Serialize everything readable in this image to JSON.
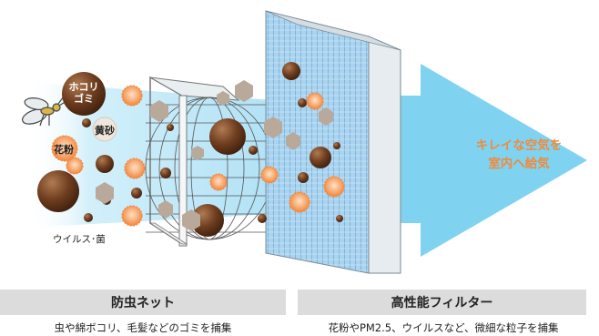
{
  "labels": {
    "dust": "ホコリゴミ",
    "dust_line1": "ホコリ",
    "dust_line2": "ゴミ",
    "yellow_sand": "黄砂",
    "pollen": "花粉",
    "virus": "ウイルス･菌"
  },
  "output_text": {
    "line1": "キレイな空気を",
    "line2": "室内へ給気"
  },
  "sections": [
    {
      "title": "防虫ネット",
      "caption": "虫や綿ボコリ、毛髪などのゴミを捕集"
    },
    {
      "title": "高性能フィルター",
      "caption": "花粉やPM2.5、ウイルスなど、微細な粒子を捕集"
    }
  ],
  "colors": {
    "flow_blue": "#bfe6f7",
    "arrow_blue": "#7dd3f2",
    "filter_blue": "#8ec5e6",
    "accent_orange": "#f08a3c",
    "dust_brown": "#6a3a1c",
    "sand_gray": "#b8a89a",
    "bar_gray": "#dcdcdc"
  },
  "icons": [
    "insect-icon",
    "pollen-particle-icon",
    "dust-particle-icon",
    "sand-particle-icon",
    "net-mesh-icon",
    "filter-panel-icon",
    "airflow-arrow-icon"
  ]
}
